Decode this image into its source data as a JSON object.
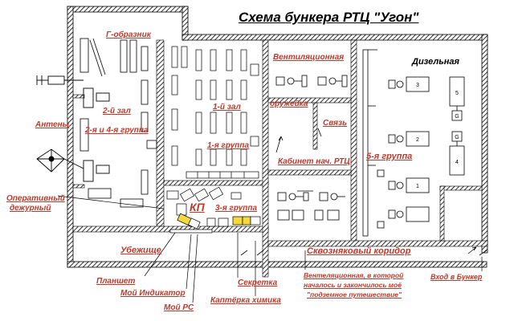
{
  "diagram": {
    "title": "Схема бункера РТЦ \"Угон\"",
    "colors": {
      "label": "#c0392b",
      "wall_hatch": "#000000",
      "equipment": "#000000",
      "highlight": "#f5d742"
    },
    "rooms": {
      "g_shaped": "Г-образник",
      "hall_2": "2-й зал",
      "groups_2_4": "2-я и 4-я группа",
      "hall_1": "1-й зал",
      "group_1": "1-я группа",
      "ventilation": "Вентиляционная",
      "armory": "оружейка",
      "comms": "Связь",
      "chief_office": "Кабинет нач. РТЦ",
      "diesel": "Дизельная",
      "group_5": "5-я группа",
      "kp": "КП",
      "group_3": "3-я группа",
      "shelter": "Убежище",
      "through_corridor": "Сквознякoвый коридор"
    },
    "annotations": {
      "antennas": "Антены",
      "duty_officer": "Оперативный дежурный",
      "tablet": "Планшет",
      "my_indicator": "Мой Индикатор",
      "my_rs": "Мой РС",
      "secretary": "Секретка",
      "chemist_store": "Каптёрка химика",
      "ventilation_story_1": "Вентеляционная, в которой",
      "ventilation_story_2": "началось и закончилось моё",
      "ventilation_story_3": "\"подземное путешествие\"",
      "bunker_entrance": "Вход в Бункер"
    },
    "diesel_units": [
      "1",
      "2",
      "3",
      "4",
      "5"
    ],
    "generator_mark": "G"
  }
}
